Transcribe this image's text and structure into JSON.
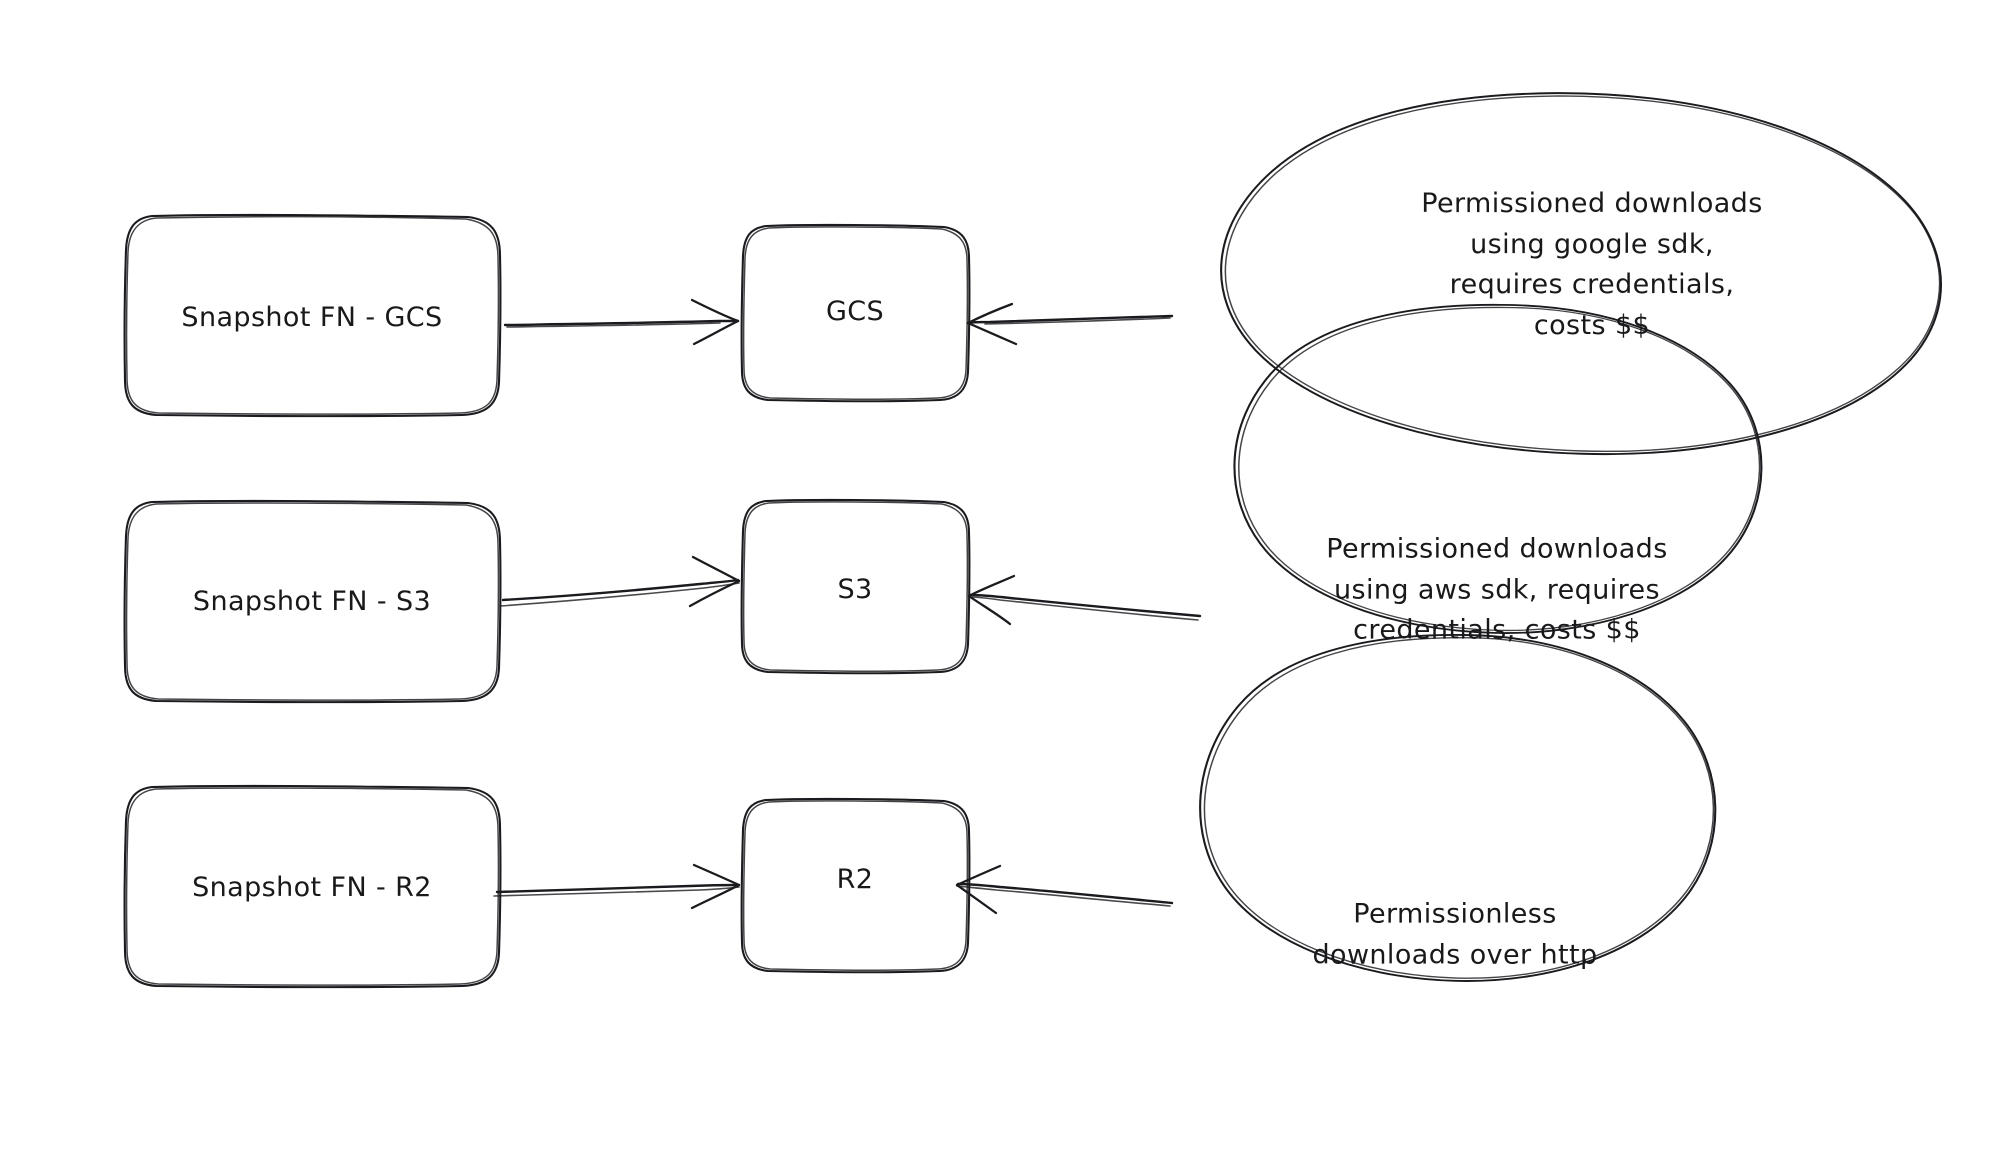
{
  "diagram": {
    "title": "Snapshot storage backends and download characteristics",
    "background_color": "#ffffff",
    "stroke_color": "#1b1b1f",
    "text_color": "#19191c",
    "rows": [
      {
        "id": "gcs-row",
        "source_label": "Snapshot FN - GCS",
        "target_label": "GCS",
        "note_label": "Permissioned downloads\nusing google sdk,\nrequires credentials,\ncosts $$"
      },
      {
        "id": "s3-row",
        "source_label": "Snapshot FN - S3",
        "target_label": "S3",
        "note_label": "Permissioned downloads\nusing aws sdk, requires\ncredentials, costs $$"
      },
      {
        "id": "r2-row",
        "source_label": "Snapshot FN - R2",
        "target_label": "R2",
        "note_label": "Permissionless\ndownloads over http"
      }
    ]
  }
}
